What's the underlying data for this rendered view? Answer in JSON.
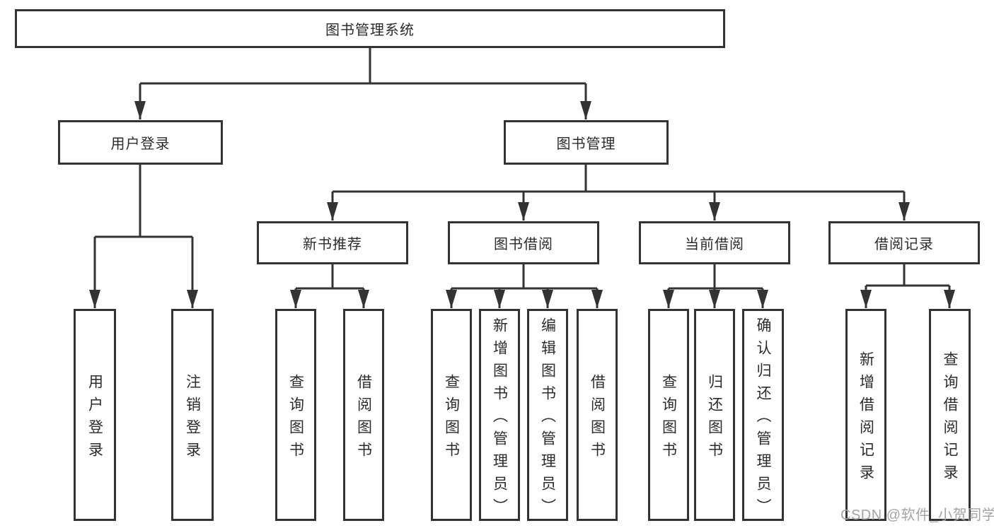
{
  "diagram": {
    "title": "图书管理系统",
    "branches": [
      {
        "label": "用户登录",
        "children": [
          {
            "label": "用户登录"
          },
          {
            "label": "注销登录"
          }
        ]
      },
      {
        "label": "图书管理",
        "children": [
          {
            "label": "新书推荐",
            "children": [
              {
                "label": "查询图书"
              },
              {
                "label": "借阅图书"
              }
            ]
          },
          {
            "label": "图书借阅",
            "children": [
              {
                "label": "查询图书"
              },
              {
                "label": "新增图书（管理员）"
              },
              {
                "label": "编辑图书（管理员）"
              },
              {
                "label": "借阅图书"
              }
            ]
          },
          {
            "label": "当前借阅",
            "children": [
              {
                "label": "查询图书"
              },
              {
                "label": "归还图书"
              },
              {
                "label": "确认归还（管理员）"
              }
            ]
          },
          {
            "label": "借阅记录",
            "children": [
              {
                "label": "新增借阅记录"
              },
              {
                "label": "查询借阅记录"
              }
            ]
          }
        ]
      }
    ]
  },
  "watermark": {
    "text": "CSDN @软件_小贺同学",
    "color": "#a3a3a3"
  },
  "colors": {
    "line": "#333333",
    "box_border": "#333333",
    "box_fill": "#ffffff",
    "text": "#2b2b2b"
  }
}
